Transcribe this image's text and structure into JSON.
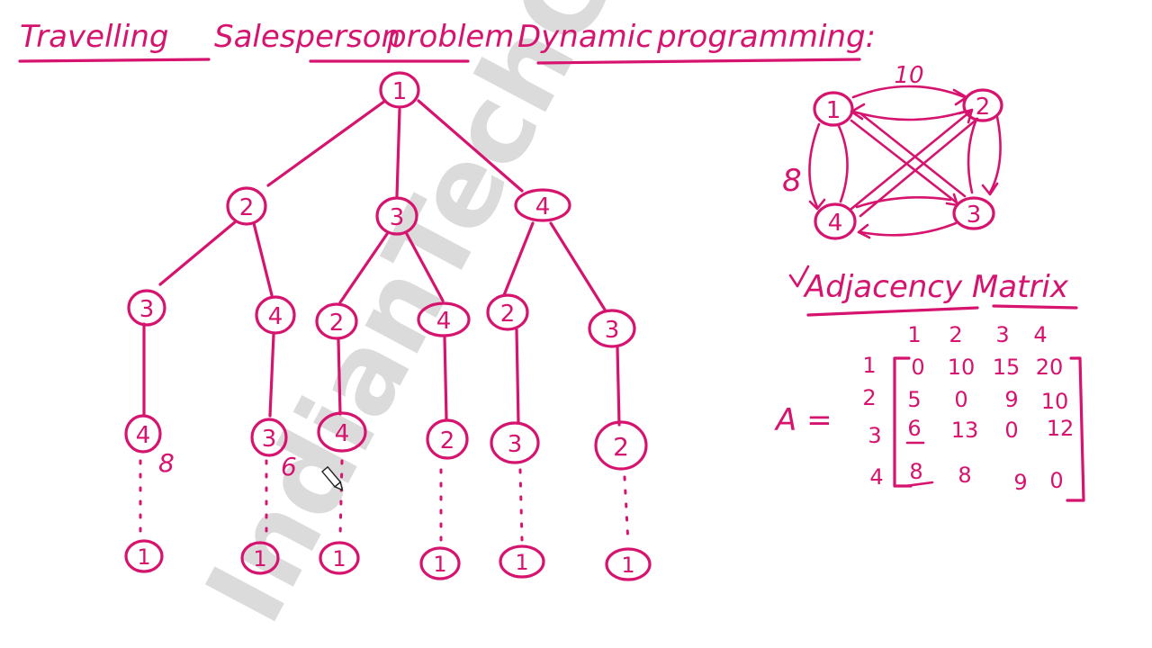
{
  "title": {
    "w1": "Travelling",
    "w2": "Salesperson",
    "w3": "problem",
    "w4": "Dynamic",
    "w5": "programming:"
  },
  "watermark": "IndianTechGuru",
  "tree": {
    "root": "1",
    "level1": [
      "2",
      "3",
      "4"
    ],
    "level2": [
      "3",
      "4",
      "2",
      "4",
      "2",
      "3"
    ],
    "level3": [
      "4",
      "3",
      "4",
      "2",
      "3",
      "2"
    ],
    "leaves": [
      "1",
      "1",
      "1",
      "1",
      "1",
      "1"
    ],
    "side_costs": [
      "8",
      "6"
    ]
  },
  "graph": {
    "nodes": [
      "1",
      "2",
      "3",
      "4"
    ],
    "edge_label_top": "10",
    "edge_label_left": "8"
  },
  "matrix": {
    "heading": "Adjacency Matrix",
    "label": "A =",
    "col_headers": [
      "1",
      "2",
      "3",
      "4"
    ],
    "row_headers": [
      "1",
      "2",
      "3",
      "4"
    ],
    "rows": [
      [
        "0",
        "10",
        "15",
        "20"
      ],
      [
        "5",
        "0",
        "9",
        "10"
      ],
      [
        "6",
        "13",
        "0",
        "12"
      ],
      [
        "8",
        "8",
        "9",
        "0"
      ]
    ]
  },
  "ink_color": "#d6136e"
}
